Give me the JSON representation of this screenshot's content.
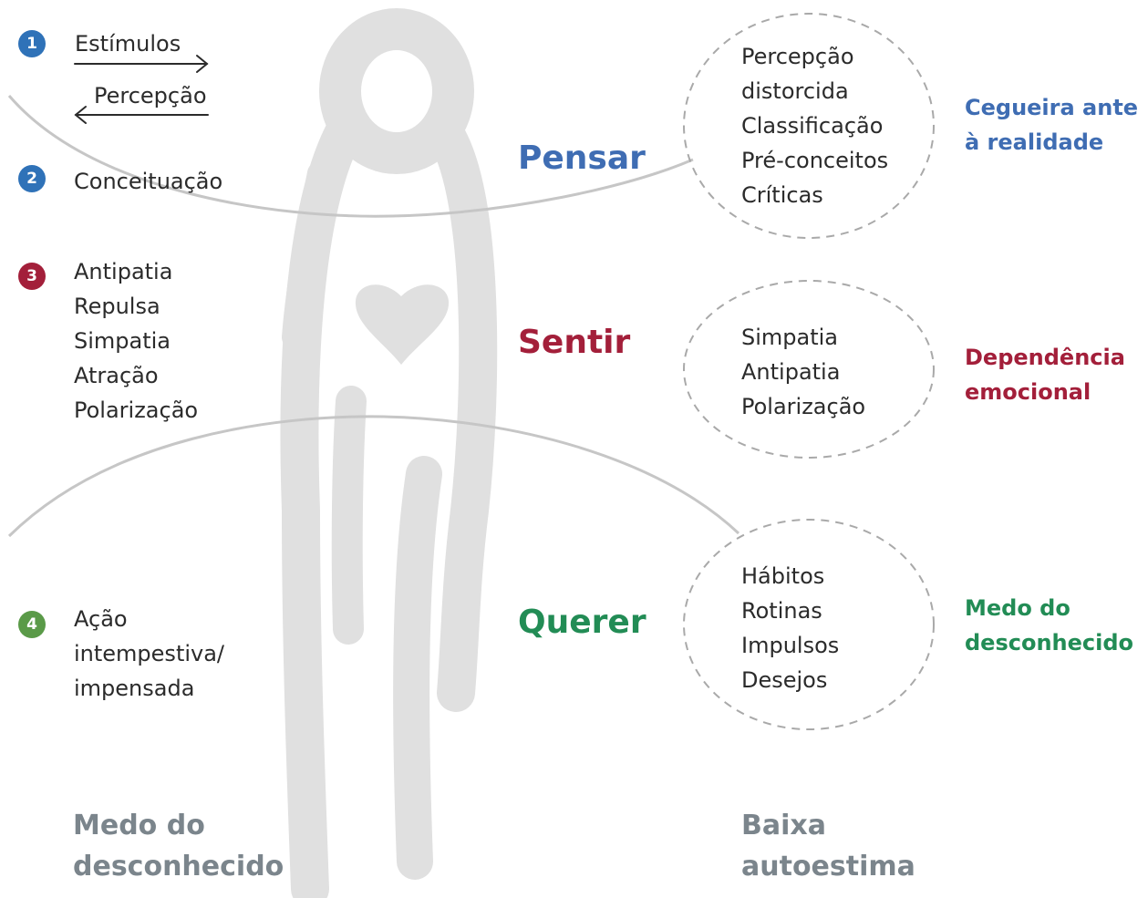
{
  "steps": [
    {
      "number": "1",
      "color": "#2f72b8",
      "labels": [
        "Estímulos",
        "Percepção"
      ]
    },
    {
      "number": "2",
      "color": "#2f72b8",
      "labels": [
        "Conceituação"
      ]
    },
    {
      "number": "3",
      "color": "#a31f3a",
      "labels": [
        "Antipatia",
        "Repulsa",
        "Simpatia",
        "Atração",
        "Polarização"
      ]
    },
    {
      "number": "4",
      "color": "#5a9a48",
      "labels": [
        "Ação",
        "intempestiva/",
        "impensada"
      ]
    }
  ],
  "zones": [
    {
      "label": "Pensar",
      "color": "#3f6db3",
      "items": [
        "Percepção",
        "distorcida",
        "Classificação",
        "Pré-conceitos",
        "Críticas"
      ],
      "outcome": [
        "Cegueira ante",
        "à realidade"
      ]
    },
    {
      "label": "Sentir",
      "color": "#a31f3a",
      "items": [
        "Simpatia",
        "Antipatia",
        "Polarização"
      ],
      "outcome": [
        "Dependência",
        "emocional"
      ]
    },
    {
      "label": "Querer",
      "color": "#228c55",
      "items": [
        "Hábitos",
        "Rotinas",
        "Impulsos",
        "Desejos"
      ],
      "outcome": [
        "Medo do",
        "desconhecido"
      ]
    }
  ],
  "bottom": {
    "left": [
      "Medo do",
      "desconhecido"
    ],
    "right": [
      "Baixa",
      "autoestima"
    ]
  },
  "colors": {
    "figure": "#e0e0e0",
    "curve": "#c6c6c6",
    "dashed": "#a9a9a9",
    "muted": "#7b858c"
  }
}
